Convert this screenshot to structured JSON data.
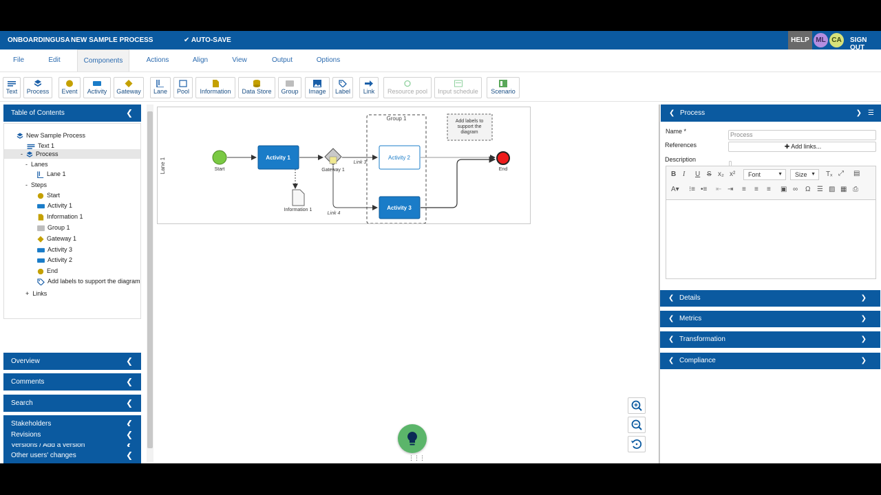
{
  "topbar": {
    "org": "ONBOARDINGUSA",
    "process": "NEW SAMPLE PROCESS",
    "autosave": "AUTO-SAVE",
    "help": "HELP",
    "avatar1": "ML",
    "avatar2": "CA",
    "signout": "SIGN OUT"
  },
  "tabs": [
    "File",
    "Edit",
    "Components",
    "Actions",
    "Align",
    "View",
    "Output",
    "Options"
  ],
  "toolbar": [
    "Text",
    "Process",
    "Event",
    "Activity",
    "Gateway",
    "Lane",
    "Pool",
    "Information",
    "Data Store",
    "Group",
    "Image",
    "Label",
    "Link",
    "Resource pool",
    "Input schedule",
    "Scenario"
  ],
  "toc": {
    "title": "Table of Contents",
    "items": [
      "New Sample Process",
      "Text 1",
      "Process",
      "Lanes",
      "Lane 1",
      "Steps",
      "Start",
      "Activity 1",
      "Information 1",
      "Group 1",
      "Gateway 1",
      "Activity 3",
      "Activity 2",
      "End",
      "Add labels to support the diagram",
      "Links"
    ]
  },
  "left_accordions": [
    "Overview",
    "Comments",
    "Search",
    "Stakeholders",
    "Versions / Add a version",
    "Revisions",
    "Other users' changes"
  ],
  "diagram": {
    "lane": "Lane 1",
    "start": "Start",
    "activity1": "Activity 1",
    "gateway": "Gateway 1",
    "information": "Information 1",
    "link3": "Link 3",
    "link4": "Link 4",
    "group": "Group 1",
    "activity2": "Activity 2",
    "activity3": "Activity 3",
    "note_line1": "Add labels to",
    "note_line2": "support the",
    "note_line3": "diagram",
    "end": "End"
  },
  "right": {
    "title": "Process",
    "name_label": "Name *",
    "name_value": "Process",
    "references_label": "References",
    "add_links": "Add links...",
    "description_label": "Description",
    "font": "Font",
    "size": "Size",
    "sections": [
      "Details",
      "Metrics",
      "Transformation",
      "Compliance"
    ]
  },
  "colors": {
    "brand": "#0b5aa0",
    "activity": "#1a7cc8",
    "start": "#7ac943",
    "end": "#ee1c1c",
    "bulb": "#5bb56a"
  }
}
